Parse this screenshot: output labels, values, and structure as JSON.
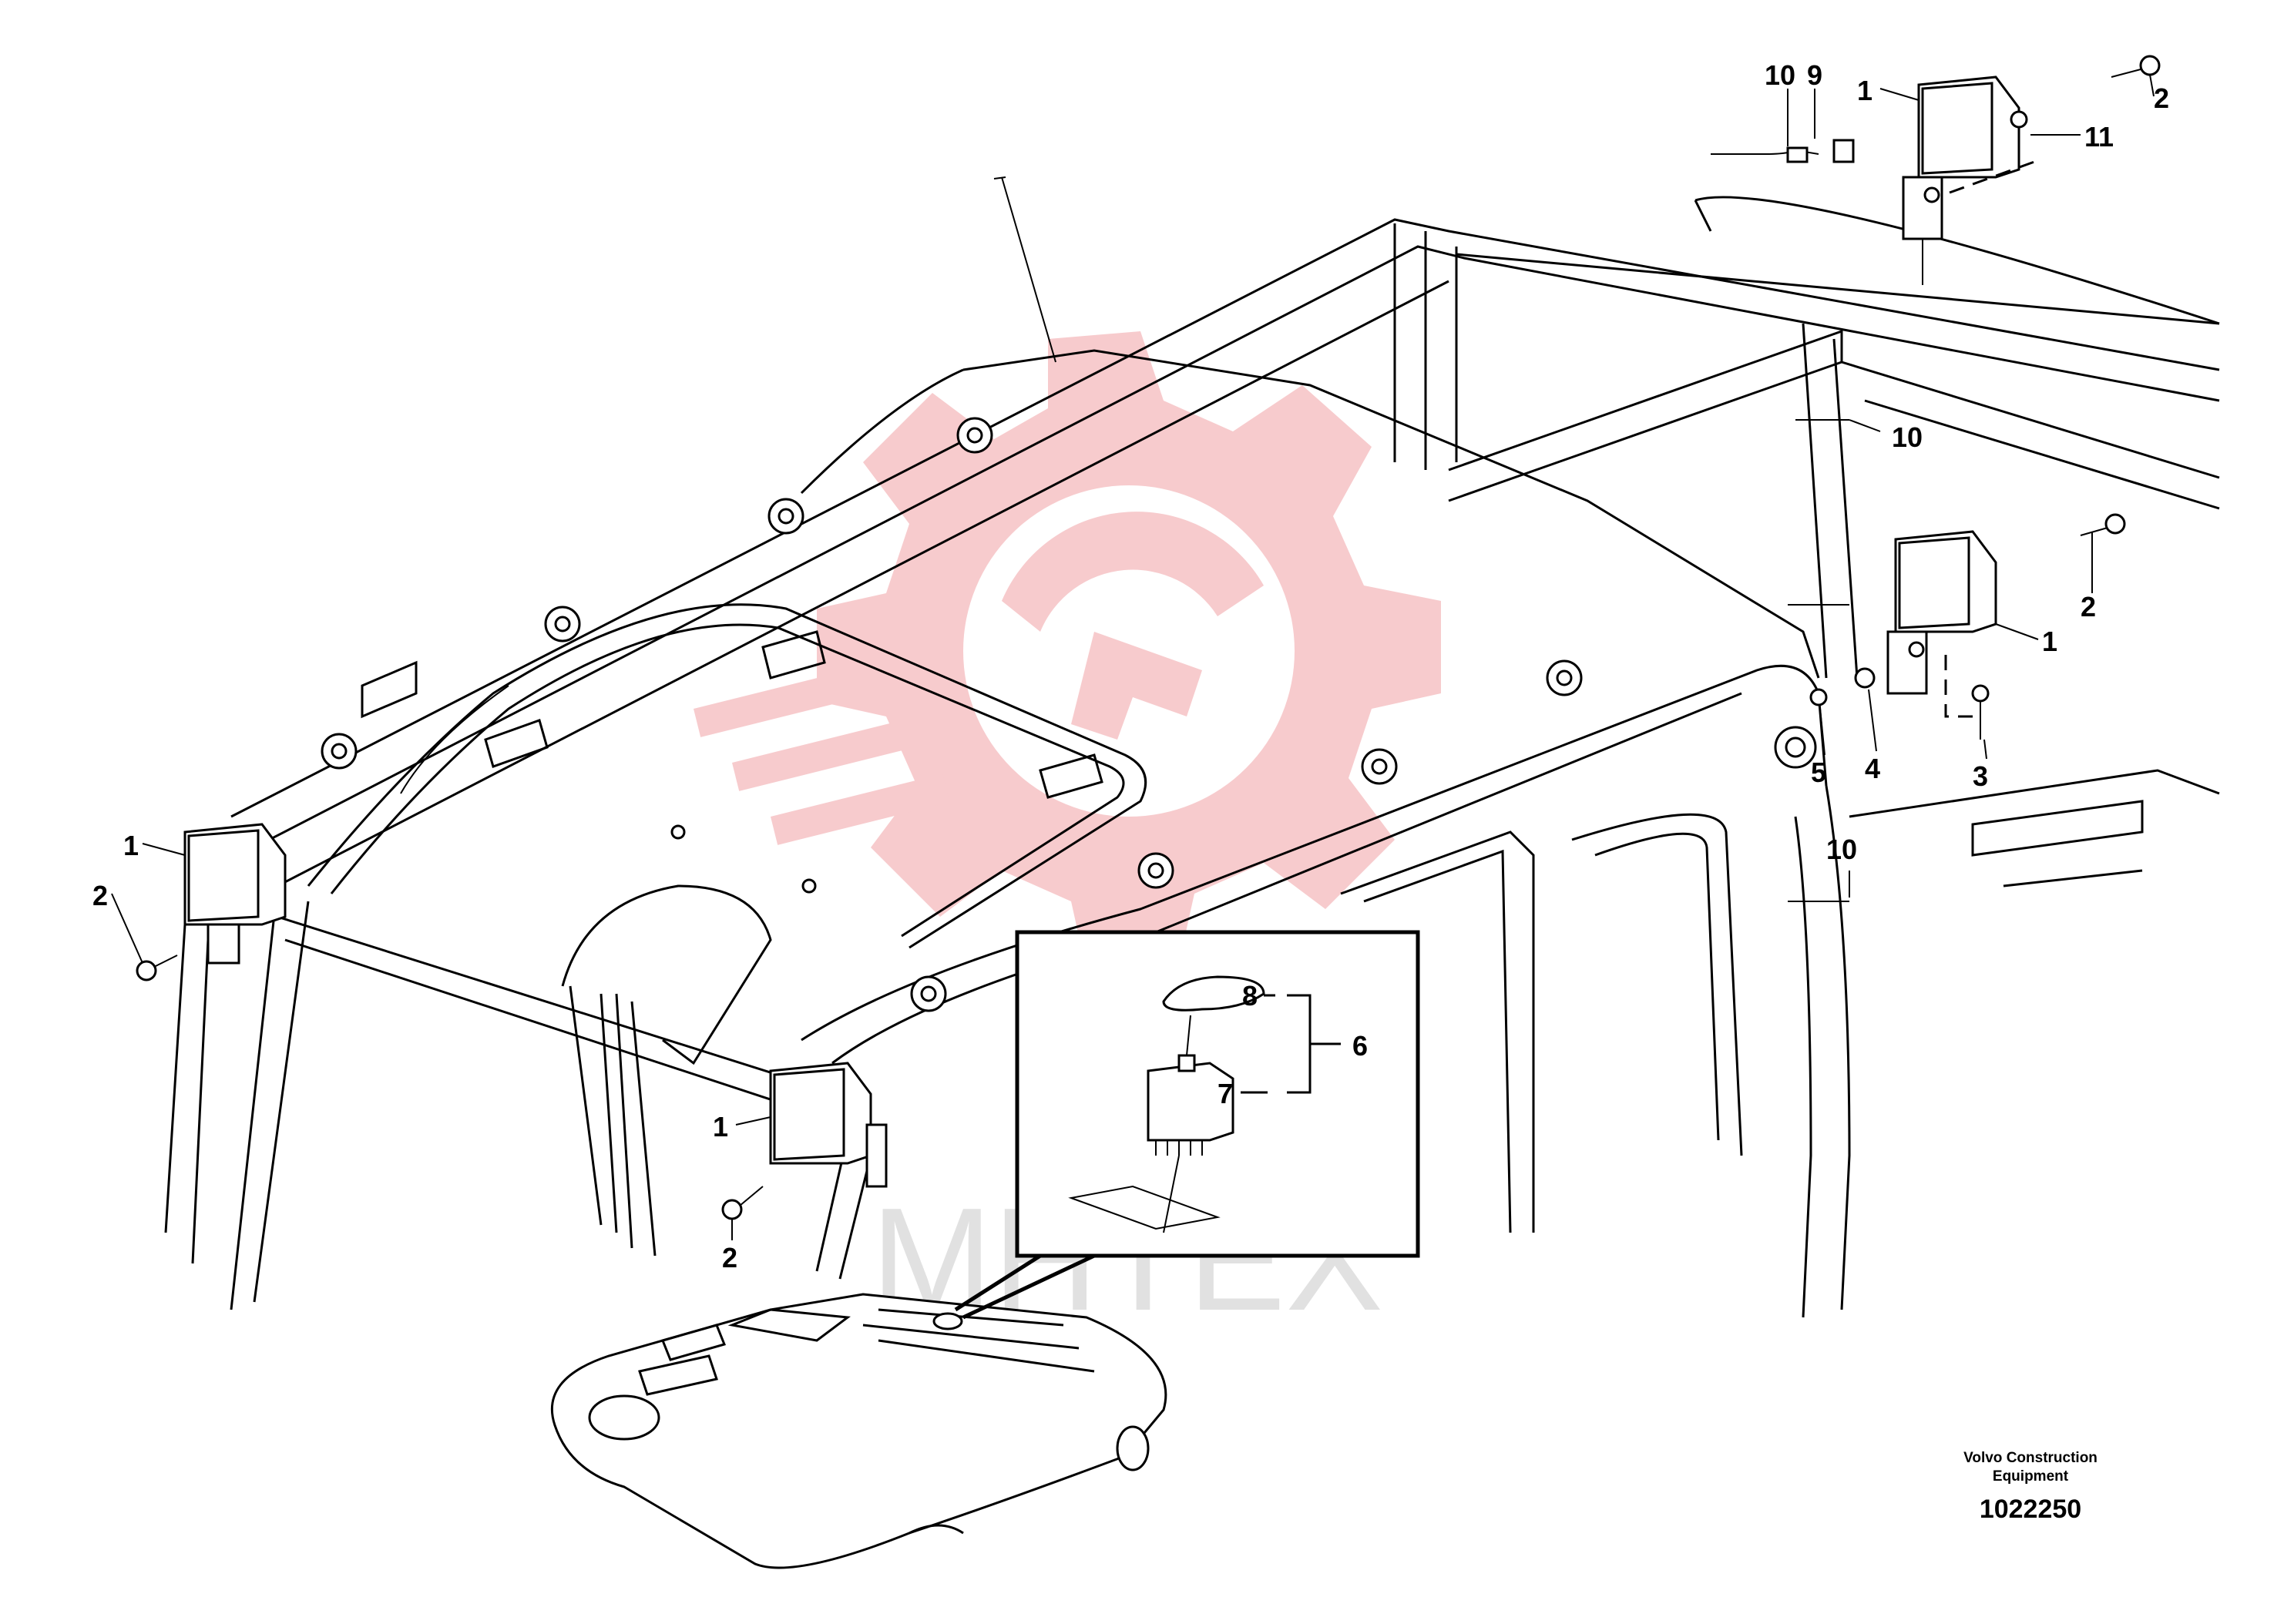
{
  "callouts": [
    {
      "id": "c1",
      "label": "1"
    },
    {
      "id": "c2",
      "label": "2"
    },
    {
      "id": "c3",
      "label": "3"
    },
    {
      "id": "c4",
      "label": "4"
    },
    {
      "id": "c5",
      "label": "5"
    },
    {
      "id": "c6",
      "label": "6"
    },
    {
      "id": "c7",
      "label": "7"
    },
    {
      "id": "c8",
      "label": "8"
    },
    {
      "id": "c9",
      "label": "9"
    },
    {
      "id": "c10",
      "label": "10"
    },
    {
      "id": "c11",
      "label": "11"
    }
  ],
  "footer": {
    "company_line1": "Volvo Construction",
    "company_line2": "Equipment",
    "drawing_number": "1022250"
  },
  "watermark": {
    "text": "MHTEX",
    "color": "#f6c6c8"
  }
}
